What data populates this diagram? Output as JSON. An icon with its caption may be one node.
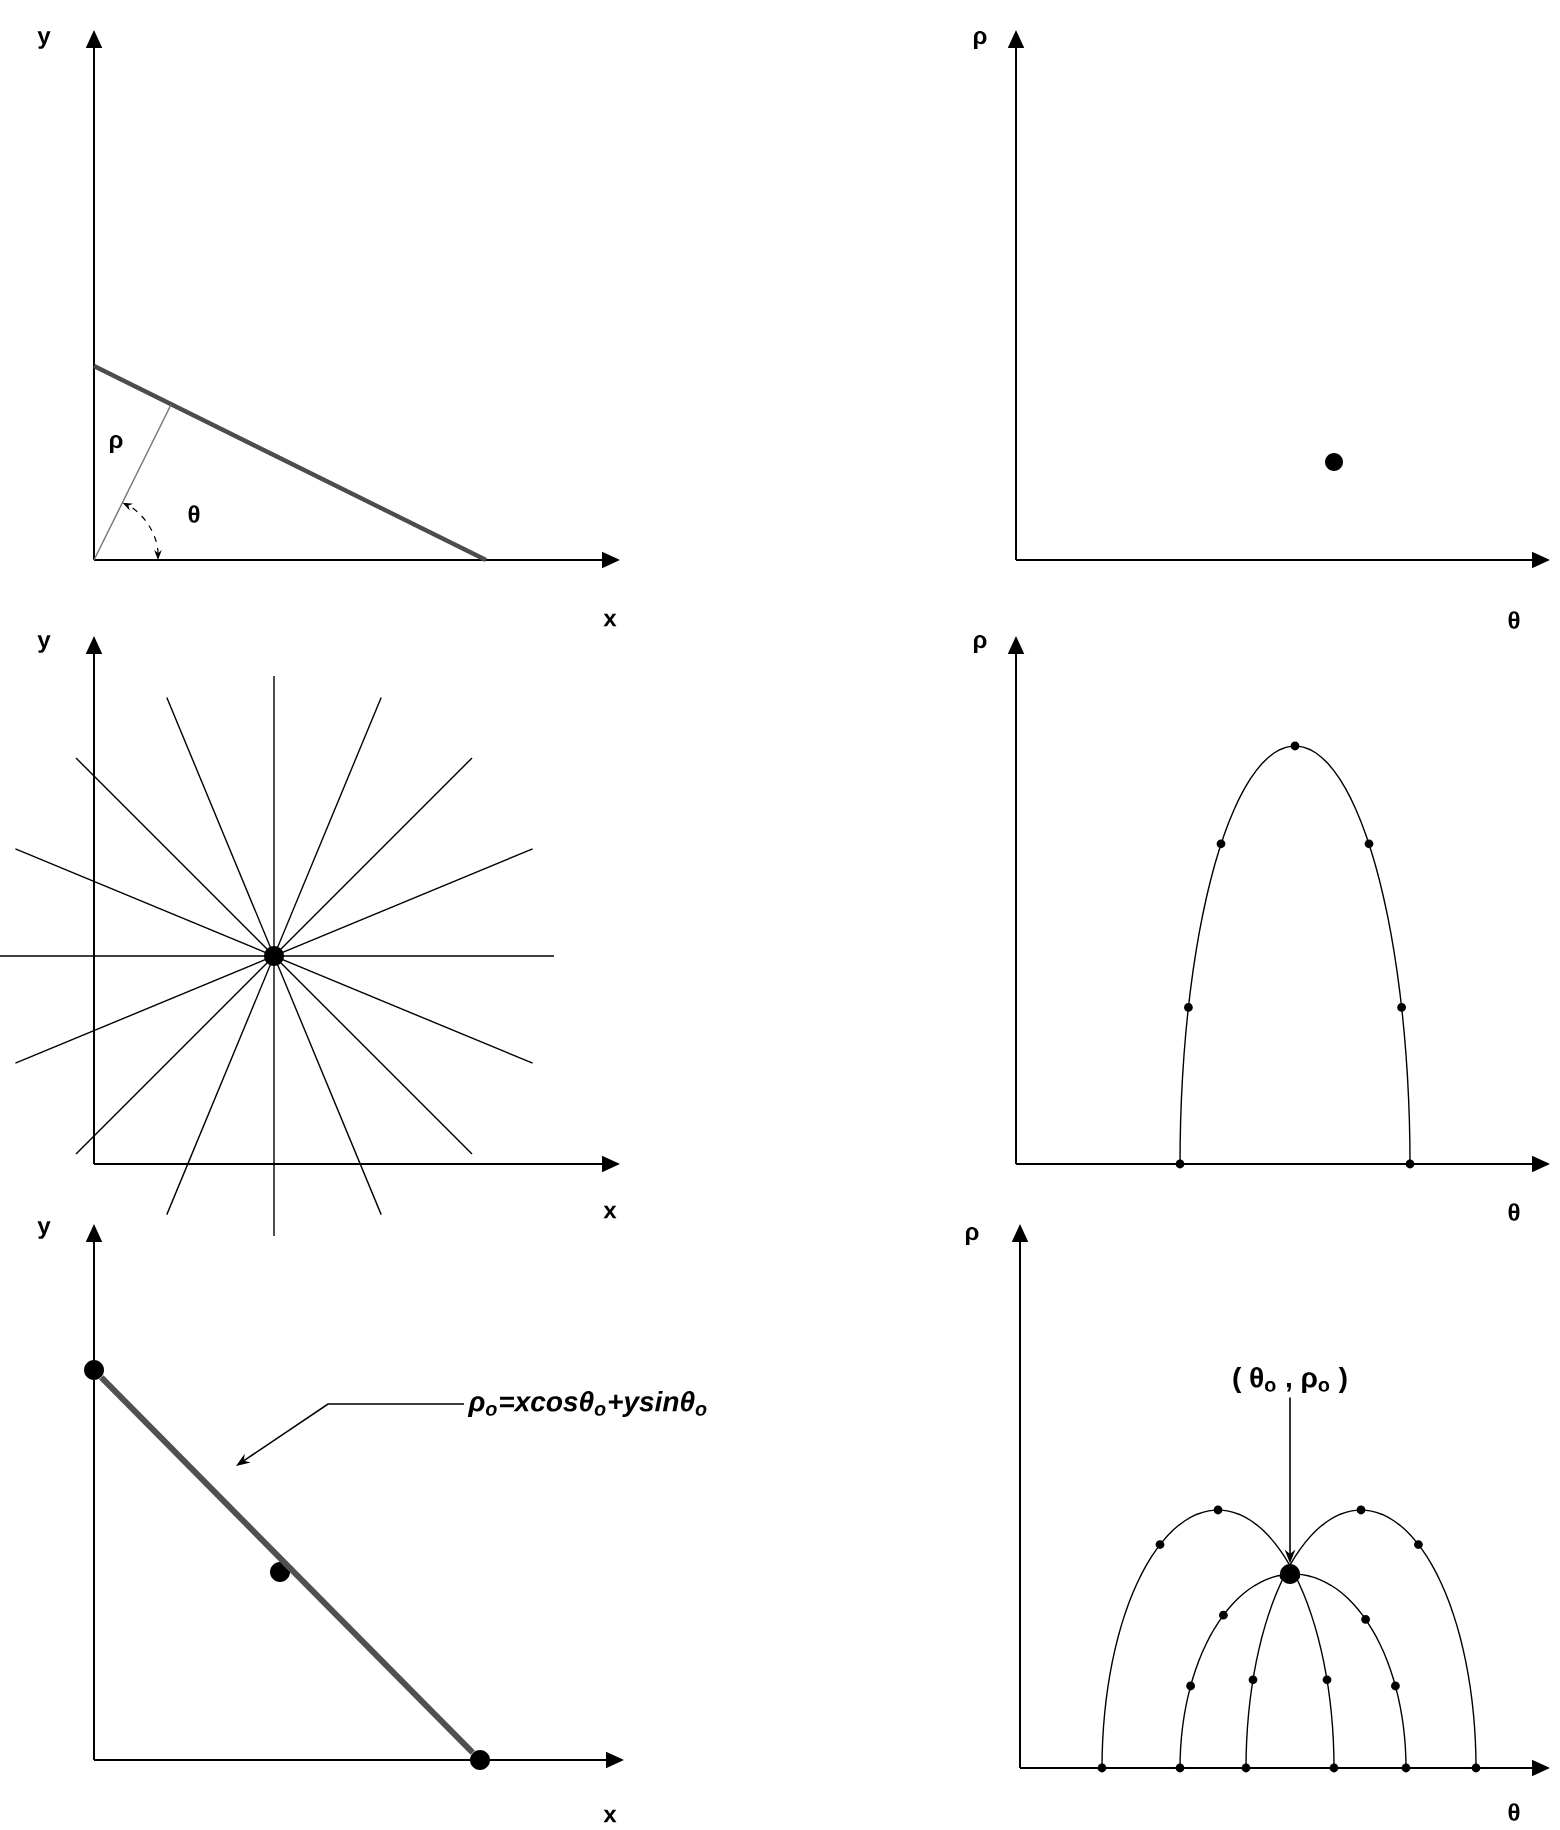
{
  "diagram": {
    "nodes": [
      {
        "text": [],
        "shape": "circle"
      },
      {
        "text": [],
        "shape": "circle"
      },
      {
        "text": [],
        "shape": "circle"
      },
      {
        "text": [
          "ρ$_{o}$=xcosθ$_{o}$+ysinθ$_{o}$"
        ]
      },
      {
        "text": [
          "( θ$_{o}$ , ρ$_{o}$ )"
        ]
      },
      {
        "text": [],
        "shape": "circle"
      },
      {
        "text": [],
        "shape": "circle"
      },
      {
        "text": [],
        "shape": "circle"
      }
    ],
    "edges": [
      {
        "from": 3,
        "to": null,
        "arrow": "to"
      },
      {
        "from": 4,
        "to": 6,
        "arrow": "to"
      },
      {
        "from": 2,
        "to": 7,
        "arrow": "none",
        "style": "thick",
        "color": "#505050"
      }
    ],
    "labels": [
      "y",
      "ρ",
      "ρ",
      "θ",
      "x",
      "θ",
      "y",
      "ρ",
      "x",
      "θ",
      "y",
      "ρ",
      "x",
      "θ"
    ]
  }
}
